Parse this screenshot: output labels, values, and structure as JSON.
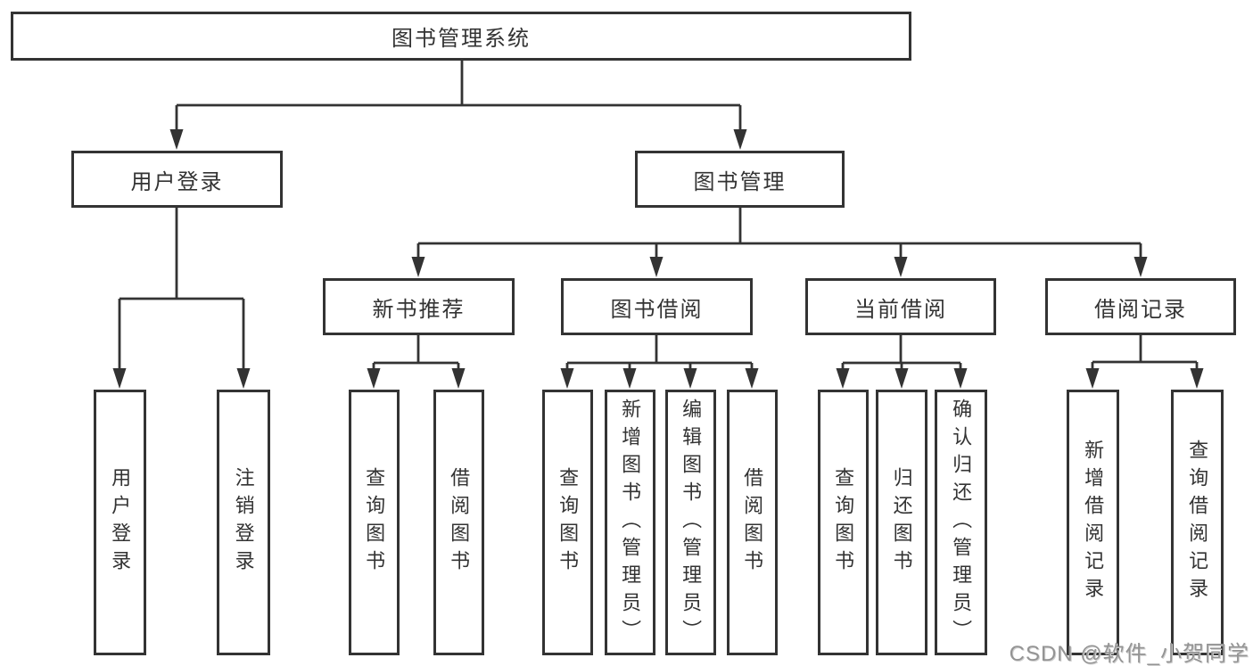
{
  "tree": {
    "root": "图书管理系统",
    "branches": [
      {
        "label": "用户登录",
        "children": [
          {
            "label": "用户登录"
          },
          {
            "label": "注销登录"
          }
        ]
      },
      {
        "label": "图书管理",
        "children": [
          {
            "label": "新书推荐",
            "children": [
              {
                "label": "查询图书"
              },
              {
                "label": "借阅图书"
              }
            ]
          },
          {
            "label": "图书借阅",
            "children": [
              {
                "label": "查询图书"
              },
              {
                "label": "新增图书（管理员）"
              },
              {
                "label": "编辑图书（管理员）"
              },
              {
                "label": "借阅图书"
              }
            ]
          },
          {
            "label": "当前借阅",
            "children": [
              {
                "label": "查询图书"
              },
              {
                "label": "归还图书"
              },
              {
                "label": "确认归还（管理员）"
              }
            ]
          },
          {
            "label": "借阅记录",
            "children": [
              {
                "label": "新增借阅记录"
              },
              {
                "label": "查询借阅记录"
              }
            ]
          }
        ]
      }
    ]
  },
  "watermark": {
    "text": "CSDN @软件_小贺同学"
  },
  "colors": {
    "line": "#333333",
    "text": "#333333",
    "background": "#ffffff",
    "watermark": "#949494"
  }
}
